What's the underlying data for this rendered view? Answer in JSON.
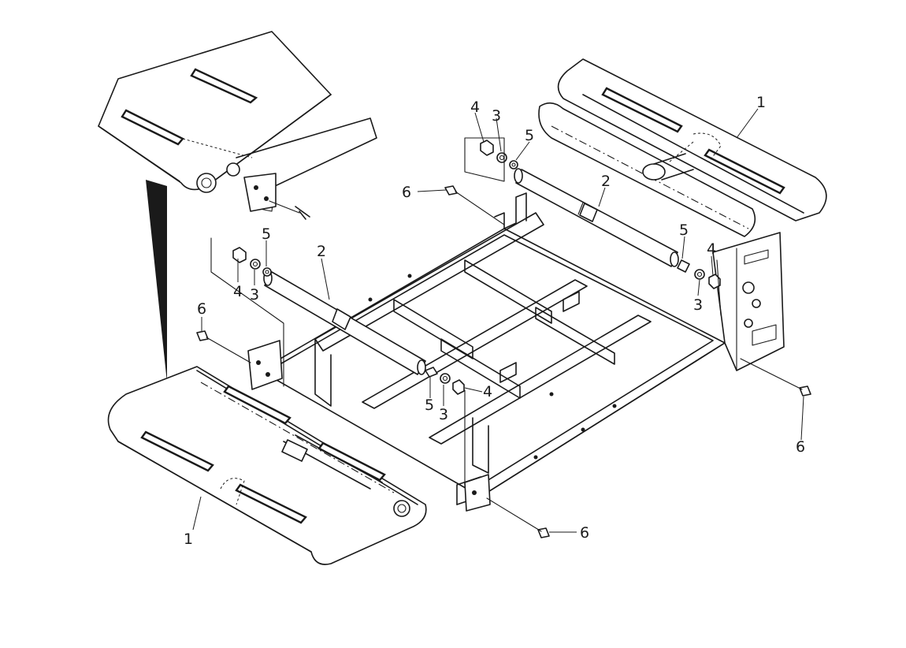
{
  "diagram": {
    "type": "exploded-parts-view",
    "callouts": [
      {
        "id": "c1a",
        "label": "1"
      },
      {
        "id": "c1b",
        "label": "1"
      },
      {
        "id": "c2a",
        "label": "2"
      },
      {
        "id": "c2b",
        "label": "2"
      },
      {
        "id": "c3a",
        "label": "3"
      },
      {
        "id": "c3b",
        "label": "3"
      },
      {
        "id": "c3c",
        "label": "3"
      },
      {
        "id": "c3d",
        "label": "3"
      },
      {
        "id": "c4a",
        "label": "4"
      },
      {
        "id": "c4b",
        "label": "4"
      },
      {
        "id": "c4c",
        "label": "4"
      },
      {
        "id": "c4d",
        "label": "4"
      },
      {
        "id": "c5a",
        "label": "5"
      },
      {
        "id": "c5b",
        "label": "5"
      },
      {
        "id": "c5c",
        "label": "5"
      },
      {
        "id": "c5d",
        "label": "5"
      },
      {
        "id": "c6a",
        "label": "6"
      },
      {
        "id": "c6b",
        "label": "6"
      },
      {
        "id": "c6c",
        "label": "6"
      },
      {
        "id": "c6d",
        "label": "6"
      }
    ]
  }
}
